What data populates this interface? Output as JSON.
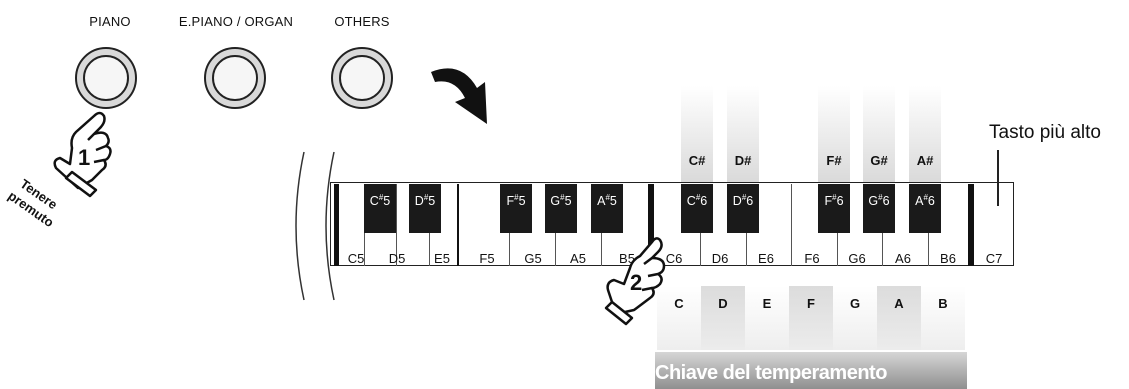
{
  "buttons": [
    {
      "label": "PIANO"
    },
    {
      "label": "E.PIANO / ORGAN"
    },
    {
      "label": "OTHERS"
    }
  ],
  "hand1": {
    "number": "1",
    "text_line1": "Tenere",
    "text_line2": "premuto"
  },
  "hand2": {
    "number": "2"
  },
  "top_sharps": [
    "C#",
    "D#",
    "F#",
    "G#",
    "A#"
  ],
  "white_keys": [
    "C5",
    "D5",
    "E5",
    "F5",
    "G5",
    "A5",
    "B5",
    "C6",
    "D6",
    "E6",
    "F6",
    "G6",
    "A6",
    "B6",
    "C7"
  ],
  "black_keys": [
    {
      "name": "C",
      "octave": "5"
    },
    {
      "name": "D",
      "octave": "5"
    },
    {
      "name": "F",
      "octave": "5"
    },
    {
      "name": "G",
      "octave": "5"
    },
    {
      "name": "A",
      "octave": "5"
    },
    {
      "name": "C",
      "octave": "6"
    },
    {
      "name": "D",
      "octave": "6"
    },
    {
      "name": "F",
      "octave": "6"
    },
    {
      "name": "G",
      "octave": "6"
    },
    {
      "name": "A",
      "octave": "6"
    }
  ],
  "highest_key_label": "Tasto più alto",
  "temperament_keys": [
    "C",
    "D",
    "E",
    "F",
    "G",
    "A",
    "B"
  ],
  "temperament_caption": "Chiave del temperamento"
}
